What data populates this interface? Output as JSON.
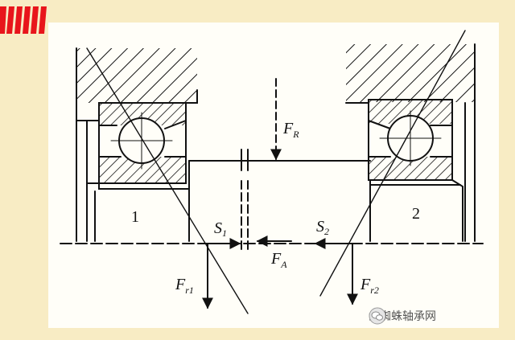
{
  "labels": {
    "bearing_1": "1",
    "bearing_2": "2",
    "S1": {
      "main": "S",
      "sub": "1"
    },
    "S2": {
      "main": "S",
      "sub": "2"
    },
    "FR": {
      "main": "F",
      "sub": "R"
    },
    "FA": {
      "main": "F",
      "sub": "A"
    },
    "Fr1": {
      "main": "F",
      "sub": "r1"
    },
    "Fr2": {
      "main": "F",
      "sub": "r2"
    }
  },
  "watermark": {
    "text": "金蜘蛛轴承网"
  },
  "colors": {
    "background": "#f8ecc4",
    "panel": "#fffef8",
    "accent": "#e8151b",
    "ink": "#111111"
  }
}
